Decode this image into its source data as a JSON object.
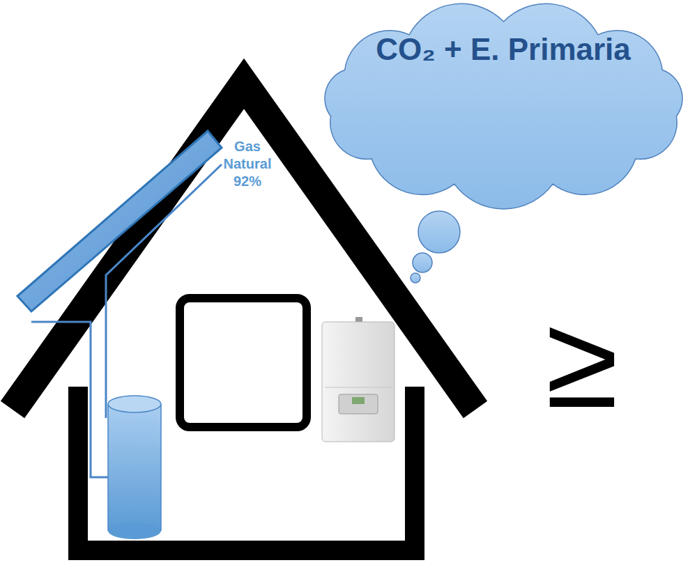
{
  "diagram": {
    "nodes": [
      {
        "text": [
          "CO₂ + E. Primaria"
        ]
      },
      {
        "text": [
          "Gas Natural 92%"
        ]
      }
    ],
    "labels": [
      "≥"
    ]
  }
}
